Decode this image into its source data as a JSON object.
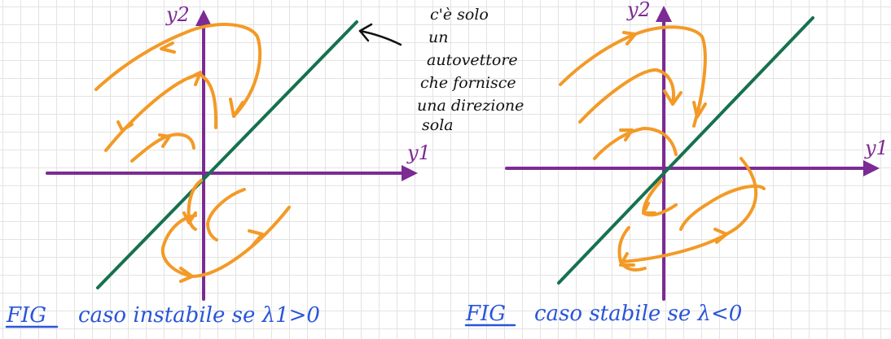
{
  "colors": {
    "axis": "#7b2b93",
    "eigenvector": "#16714f",
    "trajectory": "#f39a26",
    "note": "#111111",
    "caption": "#2a55d8",
    "grid": "#e3e3e3"
  },
  "left_panel": {
    "y_axis_label": "y2",
    "x_axis_label": "y1",
    "caption_prefix": "FIG",
    "caption_text": "caso instabile se λ1>0"
  },
  "right_panel": {
    "y_axis_label": "y2",
    "x_axis_label": "y1",
    "caption_prefix": "FIG",
    "caption_text": "caso stabile se λ<0"
  },
  "annotation": {
    "lines": [
      "c'è solo",
      "un",
      "autovettore",
      "che fornisce",
      "una direzione",
      "sola"
    ]
  }
}
